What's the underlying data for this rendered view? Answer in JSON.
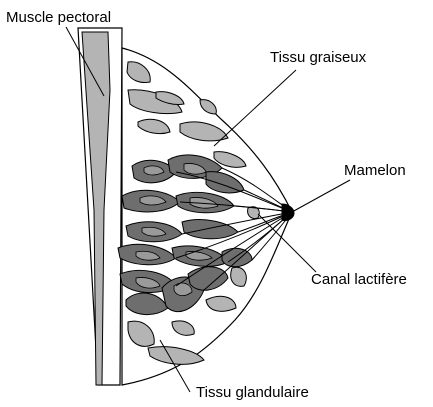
{
  "labels": {
    "muscle": "Muscle pectoral",
    "fat": "Tissu graiseux",
    "nipple": "Mamelon",
    "duct": "Canal lactifère",
    "gland": "Tissu glandulaire"
  },
  "colors": {
    "outline": "#000000",
    "muscle_fill": "#b4b4b4",
    "fat_fill": "#b4b4b4",
    "lobe_fill": "#6e6e6e",
    "inner_fill": "#9a9a9a",
    "tissue_fill": "#ffffff"
  }
}
